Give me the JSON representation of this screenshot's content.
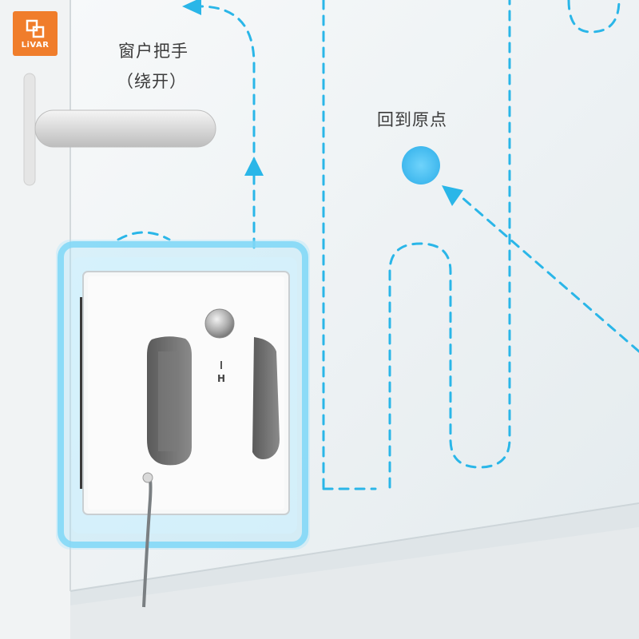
{
  "brand": {
    "name": "LiVAR",
    "accent_color": "#f07d2b"
  },
  "labels": {
    "window_handle": "窗户把手",
    "window_handle_note": "（绕开）",
    "return_home": "回到原点"
  },
  "colors": {
    "path_line": "#2ab6e8",
    "home_dot": "#4cc3f3",
    "robot_glow": "#7fd7f7"
  },
  "robot": {
    "badge": "H",
    "icon": "window-cleaning-robot-icon"
  }
}
